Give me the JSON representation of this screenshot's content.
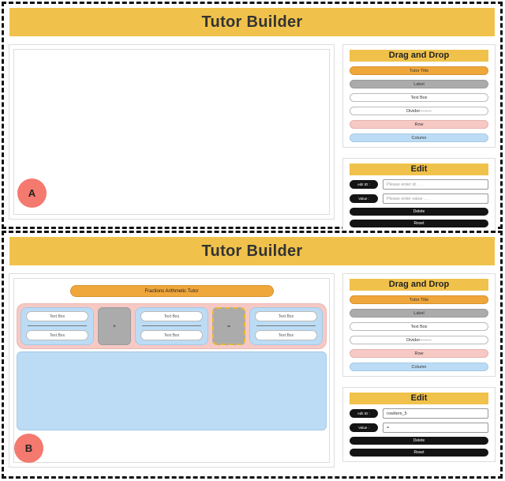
{
  "app": {
    "title": "Tutor Builder"
  },
  "drag_drop": {
    "title": "Drag and Drop",
    "items": [
      {
        "label": "Tutor Title"
      },
      {
        "label": "Label"
      },
      {
        "label": "Text Box"
      },
      {
        "label": "Divider--------"
      },
      {
        "label": "Row"
      },
      {
        "label": "Column"
      }
    ]
  },
  "edit_panel": {
    "title": "Edit",
    "id_label": "edit ID :",
    "value_label": "Value :",
    "id_placeholder": "Please enter id . . .",
    "value_placeholder": "Please enter value . . .",
    "delete_label": "Delete",
    "reset_label": "Reset"
  },
  "panels": {
    "a": {
      "label": "A",
      "edit": {
        "id_value": "",
        "value_value": ""
      }
    },
    "b": {
      "label": "B",
      "canvas": {
        "tutor_title": "Fractions Arithmetic Tutor",
        "columns": [
          {
            "top": "Text Box",
            "bottom": "Text Box"
          },
          {
            "top": "Text Box",
            "bottom": "Text Box"
          },
          {
            "top": "Text Box",
            "bottom": "Text Box"
          }
        ],
        "operators": [
          "+",
          "="
        ],
        "selected_operator_index": 1
      },
      "edit": {
        "id_value": "rowItem_5",
        "value_value": "="
      }
    }
  },
  "colors": {
    "header_yellow": "#F0C24B",
    "tutor_title_orange": "#EFA63B",
    "label_gray": "#ABABAB",
    "row_pink": "#F6C9C5",
    "column_blue": "#BCDCF5",
    "button_black": "#141414",
    "figure_label_red": "#F4796F",
    "selected_outline_yellow": "#E8B931"
  }
}
